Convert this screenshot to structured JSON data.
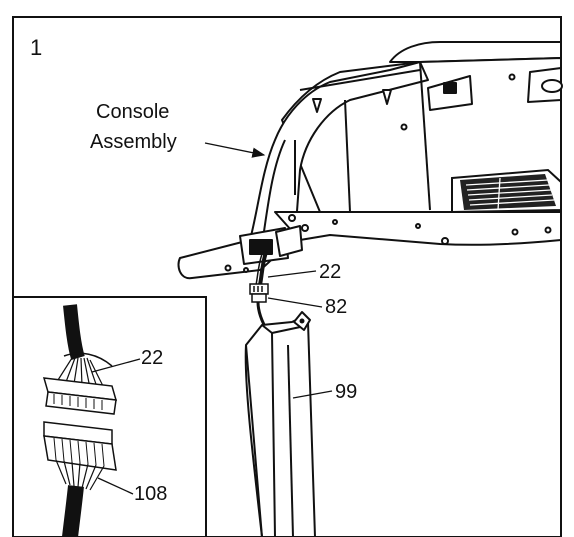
{
  "step": {
    "number": "1"
  },
  "labels": {
    "console_assembly_line1": "Console",
    "console_assembly_line2": "Assembly",
    "part_22_main": "22",
    "part_82": "82",
    "part_99": "99",
    "part_22_inset": "22",
    "part_108": "108"
  },
  "colors": {
    "ink": "#111111",
    "paper": "#ffffff",
    "vent": "#222222"
  }
}
